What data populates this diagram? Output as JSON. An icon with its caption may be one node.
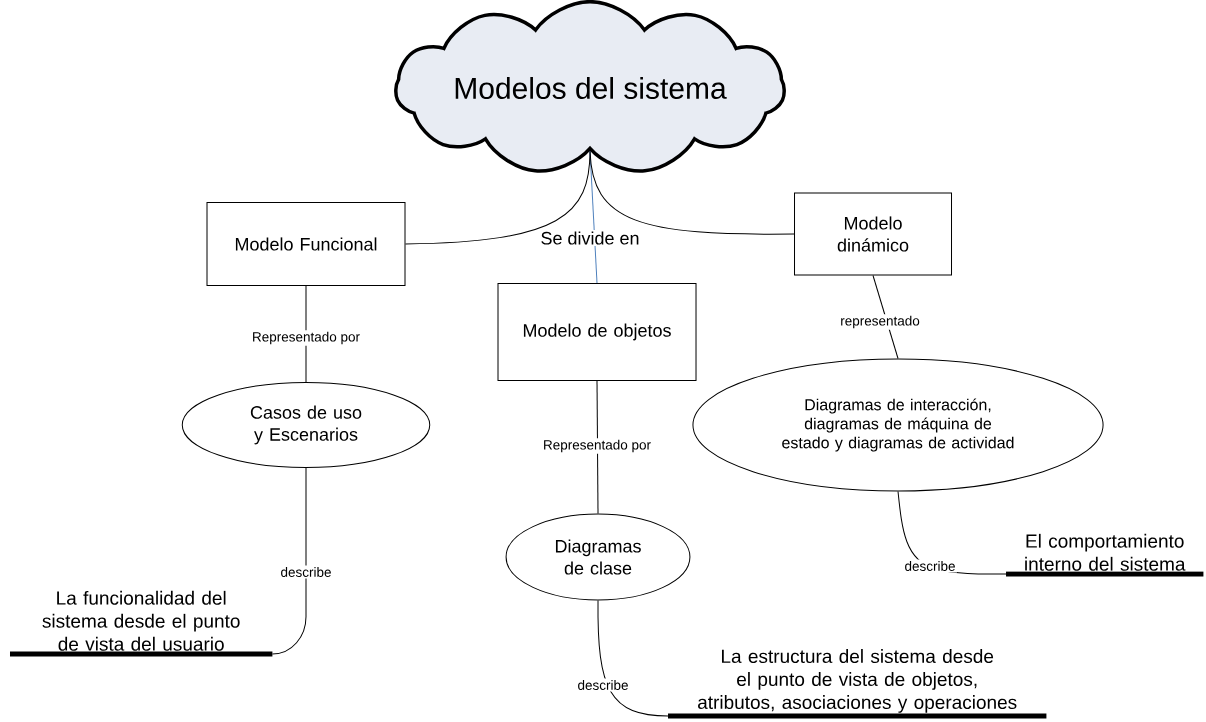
{
  "diagram": {
    "nodes": [
      {
        "text": [
          "Modelos del sistema"
        ]
      },
      {
        "text": [
          "Modelo Funcional"
        ]
      },
      {
        "text": [
          "Modelo de objetos"
        ]
      },
      {
        "text": [
          "Modelo dinámico"
        ]
      },
      {
        "text": [
          "Casos de uso y Escenarios"
        ]
      },
      {
        "text": [
          "Diagramas de clase"
        ]
      },
      {
        "text": [
          "Diagramas de interacción, diagramas de máquina de estado y diagramas de actividad"
        ]
      },
      {
        "text": [
          "La funcionalidad del sistema desde el punto de vista del usuario"
        ]
      },
      {
        "text": [
          "La estructura del sistema desde el punto de vista de objetos, atributos, asociaciones y operaciones"
        ]
      },
      {
        "text": [
          "El comportamiento interno del sistema"
        ]
      }
    ],
    "edges": [
      {
        "from": 0,
        "to": 1,
        "arrow": "none"
      },
      {
        "from": 0,
        "to": 2,
        "arrow": "none",
        "label": "Se divide en",
        "color": "#4f81bd"
      },
      {
        "from": 0,
        "to": 3,
        "arrow": "none"
      },
      {
        "from": 1,
        "to": 4,
        "arrow": "none",
        "label": "Representado por"
      },
      {
        "from": 2,
        "to": 5,
        "arrow": "none",
        "label": "Representado por"
      },
      {
        "from": 3,
        "to": 6,
        "arrow": "none",
        "label": "representado"
      },
      {
        "from": 4,
        "to": 7,
        "arrow": "none",
        "label": "describe"
      },
      {
        "from": 5,
        "to": 8,
        "arrow": "none",
        "label": "describe"
      },
      {
        "from": 6,
        "to": 9,
        "arrow": "none",
        "label": "describe"
      }
    ]
  }
}
